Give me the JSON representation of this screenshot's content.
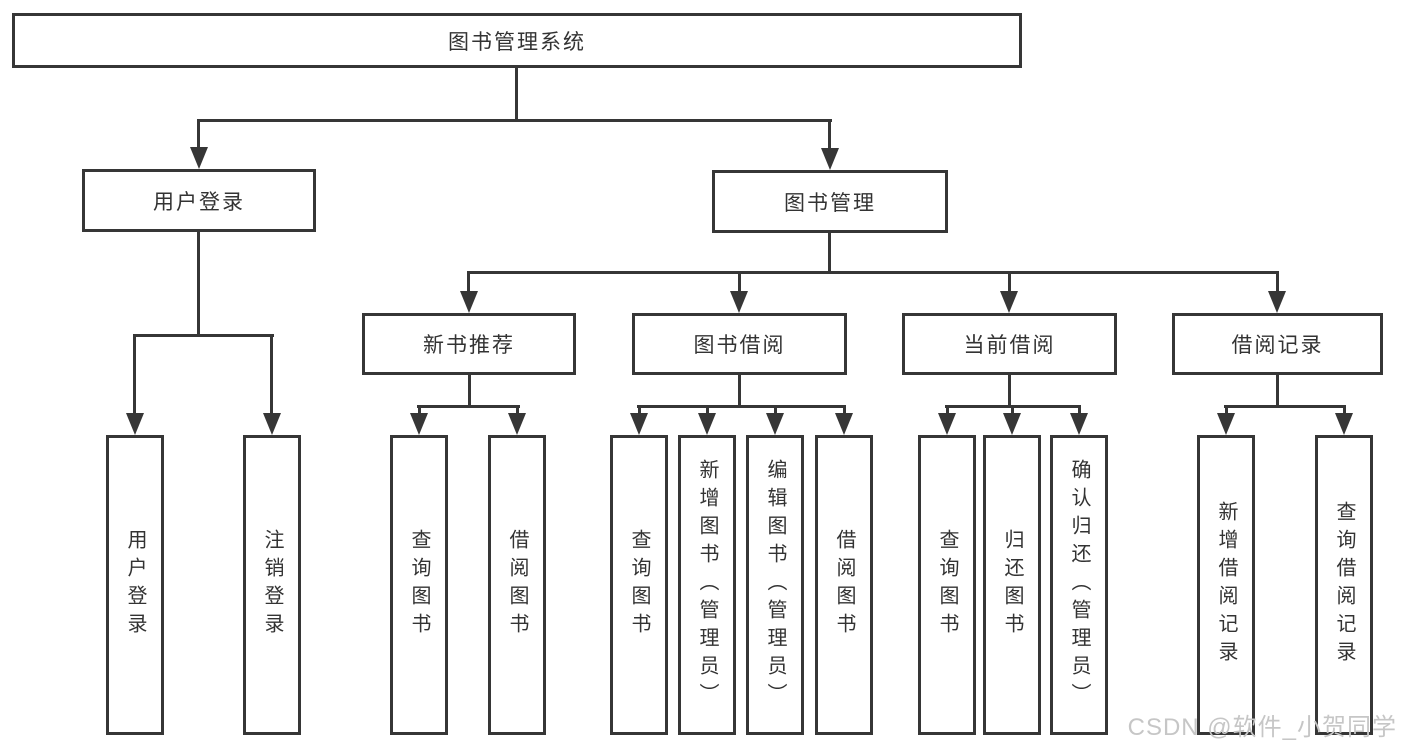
{
  "diagram": {
    "root": {
      "label": "图书管理系统"
    },
    "level2": [
      {
        "id": "user-login",
        "label": "用户登录"
      },
      {
        "id": "book-management",
        "label": "图书管理"
      }
    ],
    "level3": [
      {
        "id": "new-book-recommend",
        "label": "新书推荐"
      },
      {
        "id": "book-borrow",
        "label": "图书借阅"
      },
      {
        "id": "current-borrow",
        "label": "当前借阅"
      },
      {
        "id": "borrow-records",
        "label": "借阅记录"
      }
    ],
    "leaves": {
      "user_login": [
        "用户登录",
        "注销登录"
      ],
      "new_book_recommend": [
        "查询图书",
        "借阅图书"
      ],
      "book_borrow": [
        "查询图书",
        "新增图书（管理员）",
        "编辑图书（管理员）",
        "借阅图书"
      ],
      "current_borrow": [
        "查询图书",
        "归还图书",
        "确认归还（管理员）"
      ],
      "borrow_records": [
        "新增借阅记录",
        "查询借阅记录"
      ]
    }
  },
  "watermark": {
    "text": "CSDN @软件_小贺同学"
  },
  "colors": {
    "line": "#363636",
    "text": "#333333",
    "background": "#ffffff",
    "watermark": "#c6c6c6"
  }
}
